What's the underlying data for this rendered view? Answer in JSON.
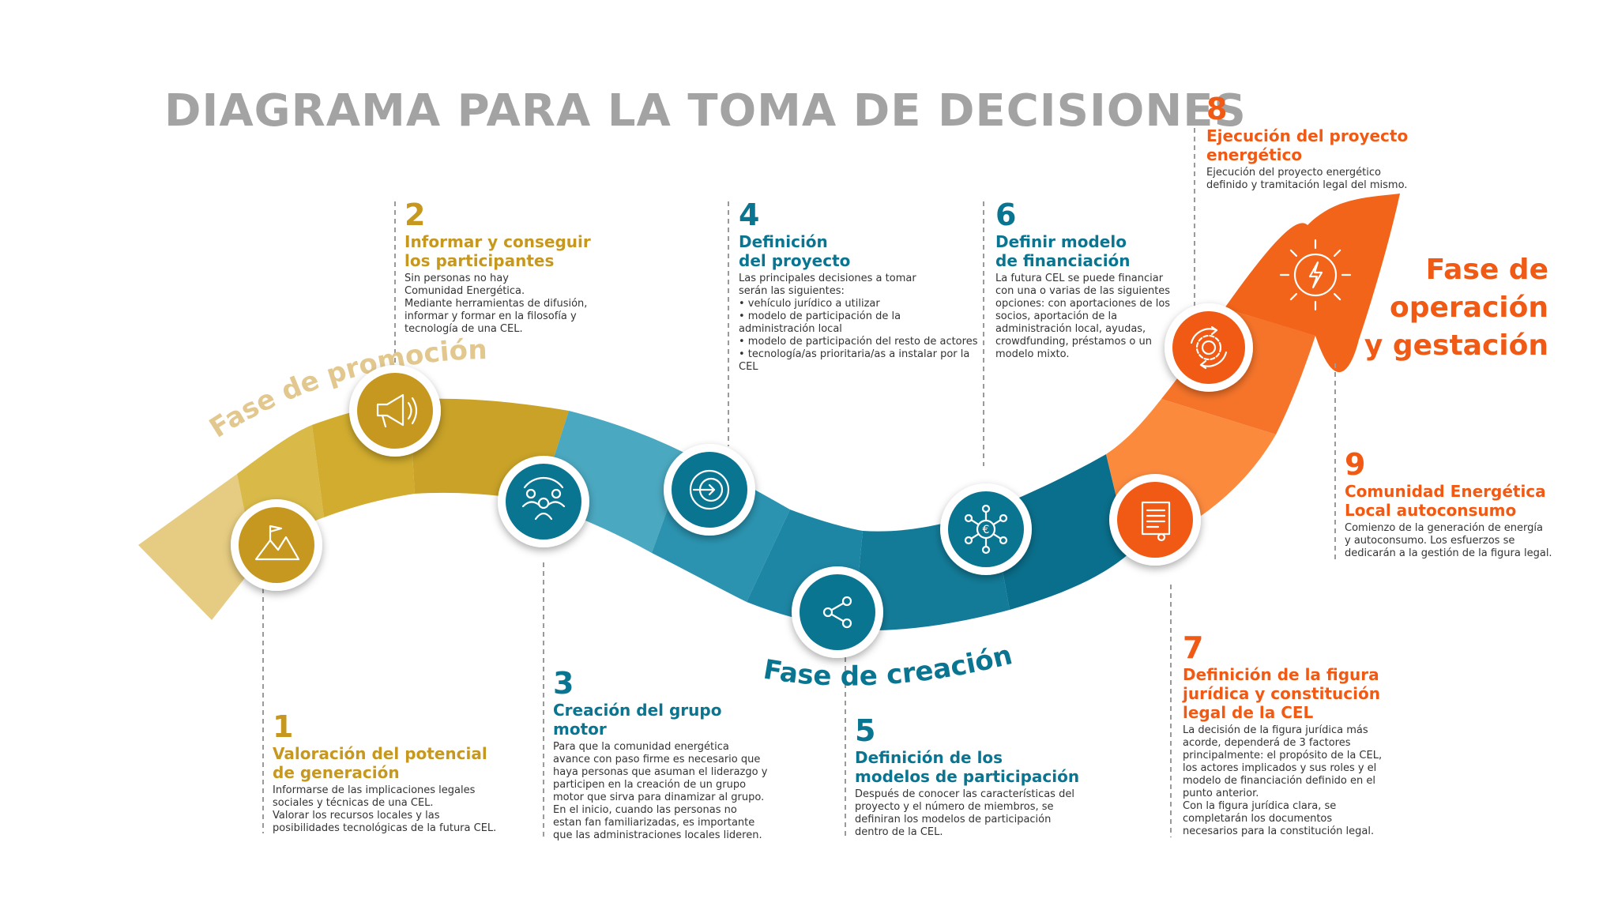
{
  "title": "DIAGRAMA PARA LA TOMA DE DECISIONES",
  "colors": {
    "promocion": "#c6981f",
    "creacion": "#0a7591",
    "operacion": "#f05a14",
    "promocion_phase_label": "#e2c88e",
    "title": "#a3a3a3"
  },
  "phases": {
    "promocion": "Fase de promoción",
    "creacion": "Fase de creación",
    "operacion": [
      "Fase de",
      "operación",
      "y gestación"
    ]
  },
  "icons": [
    "mountain-flag-icon",
    "megaphone-icon",
    "group-people-icon",
    "target-arrow-icon",
    "share-nodes-icon",
    "euro-network-icon",
    "legal-scroll-icon",
    "gear-cycle-icon",
    "sun-lightning-icon"
  ],
  "steps": [
    {
      "num": "1",
      "title": [
        "Valoración del potencial",
        "de generación"
      ],
      "body": [
        "Informarse de las implicaciones legales",
        "sociales y técnicas de una CEL.",
        "Valorar los recursos locales y las",
        "posibilidades tecnológicas de la futura CEL."
      ]
    },
    {
      "num": "2",
      "title": [
        "Informar y conseguir",
        "los participantes"
      ],
      "body": [
        "Sin personas no hay",
        "Comunidad Energética.",
        "Mediante herramientas de difusión,",
        "informar y formar en la filosofía y",
        "tecnología de una CEL."
      ]
    },
    {
      "num": "3",
      "title": [
        "Creación del grupo",
        "motor"
      ],
      "body": [
        "Para que la comunidad energética",
        "avance con paso firme es necesario que",
        "haya personas que asuman el liderazgo y",
        "participen en la creación de un grupo",
        "motor que sirva para dinamizar al grupo.",
        "En el inicio, cuando las personas no",
        "estan fan familiarizadas, es importante",
        "que las administraciones locales lideren."
      ]
    },
    {
      "num": "4",
      "title": [
        "Definición",
        "del proyecto"
      ],
      "body": [
        "Las  principales decisiones a tomar",
        "serán las siguientes:",
        "• vehículo jurídico a utilizar",
        "• modelo de participación de la",
        "administración local",
        "• modelo de participación del resto de actores",
        "• tecnología/as prioritaria/as a instalar por la",
        "CEL"
      ]
    },
    {
      "num": "5",
      "title": [
        "Definición de los",
        "modelos de participación"
      ],
      "body": [
        "Después  de conocer las características del",
        "proyecto y el número de miembros, se",
        "definiran los modelos de participación",
        "dentro de la CEL."
      ]
    },
    {
      "num": "6",
      "title": [
        "Definir modelo",
        "de financiación"
      ],
      "body": [
        "La futura CEL se puede financiar",
        "con una o varias de las siguientes",
        "opciones: con aportaciones de los",
        "socios, aportación de la",
        "administración local, ayudas,",
        "crowdfunding, préstamos o un",
        "modelo mixto."
      ]
    },
    {
      "num": "7",
      "title": [
        "Definición de la figura",
        "jurídica y constitución",
        "legal de la CEL"
      ],
      "body": [
        "La decisión de la figura jurídica más",
        "acorde, dependerá de 3 factores",
        "principalmente: el propósito de la CEL,",
        "los actores implicados y sus roles y el",
        "modelo de financiación definido en el",
        "punto anterior.",
        "Con la figura jurídica clara, se",
        "completarán los documentos",
        "necesarios para la constitución legal."
      ]
    },
    {
      "num": "8",
      "title": [
        "Ejecución del proyecto",
        "energético"
      ],
      "body": [
        "Ejecución del proyecto energético",
        "definido y tramitación legal del mismo."
      ]
    },
    {
      "num": "9",
      "title": [
        "Comunidad Energética",
        "Local autoconsumo"
      ],
      "body": [
        "Comienzo de la generación de energía",
        "y autoconsumo. Los esfuerzos se",
        "dedicarán a la gestión de la figura legal."
      ]
    }
  ]
}
